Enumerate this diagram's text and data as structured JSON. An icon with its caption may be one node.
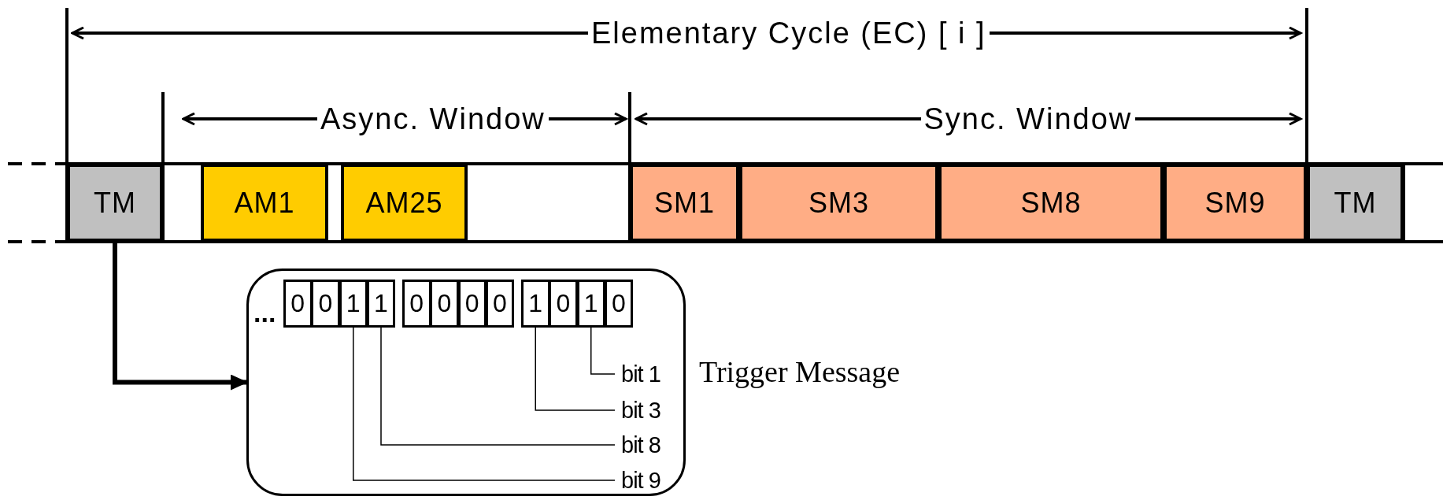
{
  "diagram": {
    "nodes": [
      {
        "text": [
          "TM"
        ]
      },
      {
        "text": [
          "AM1"
        ]
      },
      {
        "text": [
          "AM25"
        ]
      },
      {
        "text": [
          "SM1"
        ]
      },
      {
        "text": [
          "SM3"
        ]
      },
      {
        "text": [
          "SM8"
        ]
      },
      {
        "text": [
          "SM9"
        ]
      },
      {
        "text": [
          "TM"
        ]
      },
      {
        "text": [
          "..."
        ],
        "beside": [
          "Trigger Message"
        ]
      },
      {
        "text": [
          "0"
        ],
        "in": 8
      },
      {
        "text": [
          "0"
        ],
        "in": 8
      },
      {
        "text": [
          "1"
        ],
        "in": 8
      },
      {
        "text": [
          "1"
        ],
        "in": 8
      },
      {
        "text": [
          "0"
        ],
        "in": 8
      },
      {
        "text": [
          "0"
        ],
        "in": 8
      },
      {
        "text": [
          "0"
        ],
        "in": 8
      },
      {
        "text": [
          "0"
        ],
        "in": 8
      },
      {
        "text": [
          "1"
        ],
        "in": 8
      },
      {
        "text": [
          "0"
        ],
        "in": 8
      },
      {
        "text": [
          "1"
        ],
        "in": 8
      },
      {
        "text": [
          "0"
        ],
        "in": 8
      },
      {
        "text": [
          "bit 1"
        ],
        "in": 8
      },
      {
        "text": [
          "bit 3"
        ],
        "in": 8
      },
      {
        "text": [
          "bit 8"
        ],
        "in": 8
      },
      {
        "text": [
          "bit 9"
        ],
        "in": 8
      }
    ],
    "edges": [
      {
        "from": 0,
        "to": 8,
        "arrow": "to",
        "style": "thick"
      },
      {
        "from": 21,
        "to": 19,
        "arrow": "none"
      },
      {
        "from": 22,
        "to": 17,
        "arrow": "none"
      },
      {
        "from": 23,
        "to": 12,
        "arrow": "none"
      },
      {
        "from": 24,
        "to": 11,
        "arrow": "none"
      }
    ],
    "labels": [
      "Elementary Cycle (EC) [ i ]",
      "Async. Window",
      "Sync. Window"
    ]
  }
}
